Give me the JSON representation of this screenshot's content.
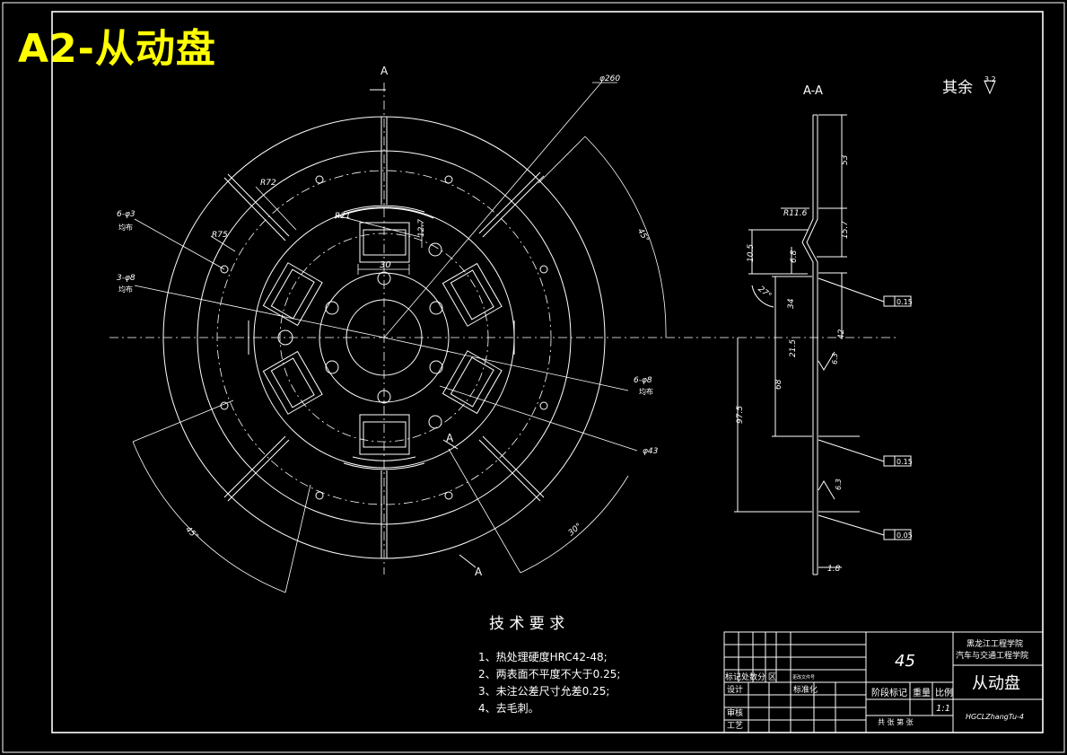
{
  "stamp": "A2-从动盘",
  "section_marks": {
    "a_top": "A",
    "a_low": "A",
    "a_bottom": "A",
    "section_title": "A-A"
  },
  "roughness_note": {
    "label": "其余",
    "value": "3.2"
  },
  "dims": {
    "d260": "φ260",
    "r72": "R72",
    "r21": "R21",
    "r75": "R75",
    "h12_7": "12.7",
    "w30": "30",
    "holes_a": "6-φ3",
    "holes_a_note": "均布",
    "holes_b": "3-φ8",
    "holes_b_note": "均布",
    "holes_c": "6-φ8",
    "holes_c_note": "均布",
    "d43": "φ43",
    "ang45_top": "45°",
    "ang45_bot": "45°",
    "ang30": "30°",
    "r11_6": "R11.6",
    "v53": "53",
    "v10_5": "10.5",
    "v15_7": "15.7",
    "v6_8": "6.8",
    "v27": "27°",
    "v34": "34",
    "v42": "42",
    "v21_5": "21.5",
    "v68": "68",
    "v97_5": "97.5",
    "v6_3a": "6.3",
    "v6_3b": "6.3",
    "v1_8": "1.8",
    "tol1": "0.15",
    "tol2": "0.15",
    "tol3": "0.05"
  },
  "tech": {
    "title": "技 术 要 求",
    "items": [
      "1、热处理硬度HRC42-48;",
      "2、两表面不平度不大于0.25;",
      "3、未注公差尺寸允差0.25;",
      "4、去毛刺。"
    ]
  },
  "title_block": {
    "material": "45",
    "school1": "黑龙江工程学院",
    "school2": "汽车与交通工程学院",
    "part_name": "从动盘",
    "revision_row": "标记处数分 区",
    "revision_tail": "更改文件号",
    "design": "设计",
    "standard": "标准化",
    "stage": "阶段标记",
    "weight": "重量",
    "ratio_label": "比例",
    "ratio": "1:1",
    "review": "审核",
    "process": "工艺",
    "sheets": "共 张  第 张",
    "code": "HGCLZhangTu-4"
  }
}
